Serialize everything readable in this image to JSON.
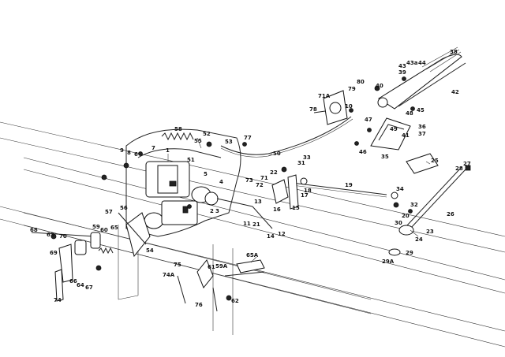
{
  "diagram": {
    "labels": [
      "1",
      "2",
      "3",
      "4",
      "5",
      "6",
      "7",
      "8",
      "9",
      "10",
      "11",
      "12",
      "13",
      "14",
      "15",
      "16",
      "17",
      "18",
      "19",
      "20",
      "21",
      "22",
      "23",
      "24",
      "25",
      "26",
      "27",
      "28",
      "29",
      "29A",
      "30",
      "31",
      "32",
      "33",
      "34",
      "35",
      "36",
      "37",
      "38",
      "39",
      "40",
      "41",
      "42",
      "43",
      "43a",
      "44",
      "45",
      "46",
      "47",
      "48",
      "49",
      "50",
      "51",
      "52",
      "53",
      "54",
      "55",
      "56",
      "57",
      "58",
      "59",
      "59A",
      "60",
      "61",
      "62",
      "63",
      "64",
      "65",
      "65A",
      "66",
      "67",
      "68",
      "69",
      "70",
      "71",
      "71A",
      "72",
      "73",
      "74",
      "74A",
      "75",
      "76",
      "77",
      "78",
      "79",
      "80"
    ]
  }
}
